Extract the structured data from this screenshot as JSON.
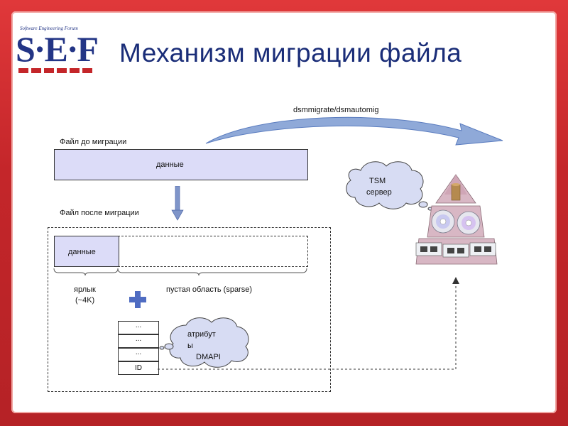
{
  "logo": {
    "subtitle": "Software Engineering Forum",
    "text": "S·E·F"
  },
  "title": "Механизм миграции файла",
  "arrow_label": "dsmmigrate/dsmautomig",
  "before": {
    "heading": "Файл до миграции",
    "data_label": "данные"
  },
  "after": {
    "heading": "Файл после миграции",
    "data_label": "данные",
    "stub_label_line1": "ярлык",
    "stub_label_line2": "(~4K)",
    "sparse_label": "пустая область (sparse)",
    "id_cells": [
      "...",
      "...",
      "...",
      "ID"
    ]
  },
  "attributes_cloud": {
    "line1": "атрибут",
    "line2": "ы",
    "line3": "DMAPI"
  },
  "tsm_cloud": {
    "line1": "TSM",
    "line2": "сервер"
  },
  "colors": {
    "accent_red": "#c4262a",
    "title_blue": "#1a2d78",
    "data_fill": "#dcdcf8",
    "arrow_blue": "#6f8fc6"
  },
  "icons": [
    "plus-icon",
    "down-arrow-icon",
    "curved-arrow-icon",
    "tsm-server-icon"
  ]
}
